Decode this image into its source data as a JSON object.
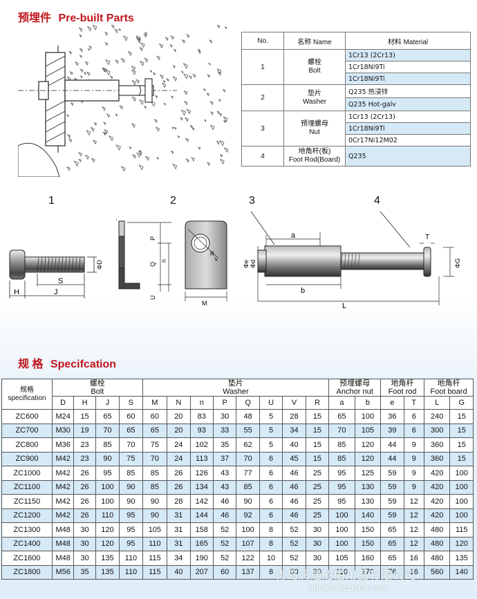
{
  "headings": {
    "prebuilt_cn": "预埋件",
    "prebuilt_en": "Pre-built Parts",
    "spec_cn": "规 格",
    "spec_en": "Specifcation"
  },
  "materials": {
    "headers": [
      "No.",
      "名称 Name",
      "材料 Material"
    ],
    "items": [
      {
        "no": "1",
        "name_cn": "螺栓",
        "name_en": "Bolt",
        "materials": [
          "1Cr13 (2Cr13)",
          "1Cr18Ni9Ti",
          "1Cr18Ni9Ti"
        ]
      },
      {
        "no": "2",
        "name_cn": "垫片",
        "name_en": "Washer",
        "materials": [
          "Q235 热浸锌",
          "Q235 Hot-galv"
        ]
      },
      {
        "no": "3",
        "name_cn": "预埋螺母",
        "name_en": "Nut",
        "materials": [
          "1Cr13 (2Cr13)",
          "1Cr18Ni9Ti",
          "0Cr17Ni12M02"
        ]
      },
      {
        "no": "4",
        "name_cn": "地角杆(板)",
        "name_en": "Foot Rod(Board)",
        "materials": [
          "Q235"
        ]
      }
    ]
  },
  "figures": {
    "numbers": [
      "1",
      "2",
      "3",
      "4"
    ],
    "bolt_dims": {
      "H": "H",
      "J": "J",
      "S": "S",
      "D": "ΦD"
    },
    "washer_dims": {
      "P": "P",
      "Q": "Q",
      "N": "n",
      "U": "U",
      "R": "R",
      "V": "V",
      "M": "M",
      "N2": "N"
    },
    "nut_dims": {
      "a": "a",
      "b": "b",
      "L": "L",
      "T": "T",
      "e": "Φe",
      "d": "Φd",
      "G": "ΦG"
    }
  },
  "spec": {
    "row_header_cn": "规格",
    "row_header_en": "specification",
    "groups": [
      {
        "cn": "螺栓",
        "en": "Bolt"
      },
      {
        "cn": "垫片",
        "en": "Washer"
      },
      {
        "cn": "预埋螺母",
        "en": "Anchor nut"
      },
      {
        "cn": "地角杆",
        "en": "Foot rod"
      },
      {
        "cn": "地角杆",
        "en": "Foot board"
      }
    ],
    "columns": [
      "D",
      "H",
      "J",
      "S",
      "M",
      "N",
      "n",
      "P",
      "Q",
      "U",
      "V",
      "R",
      "a",
      "b",
      "e",
      "T",
      "L",
      "G"
    ],
    "rows": [
      [
        "ZC600",
        "M24",
        "15",
        "65",
        "60",
        "60",
        "20",
        "83",
        "30",
        "48",
        "5",
        "28",
        "15",
        "65",
        "100",
        "36",
        "6",
        "240",
        "15"
      ],
      [
        "ZC700",
        "M30",
        "19",
        "70",
        "65",
        "65",
        "20",
        "93",
        "33",
        "55",
        "5",
        "34",
        "15",
        "70",
        "105",
        "39",
        "6",
        "300",
        "15"
      ],
      [
        "ZC800",
        "M36",
        "23",
        "85",
        "70",
        "75",
        "24",
        "102",
        "35",
        "62",
        "5",
        "40",
        "15",
        "85",
        "120",
        "44",
        "9",
        "360",
        "15"
      ],
      [
        "ZC900",
        "M42",
        "23",
        "90",
        "75",
        "70",
        "24",
        "113",
        "37",
        "70",
        "6",
        "45",
        "15",
        "85",
        "120",
        "44",
        "9",
        "360",
        "15"
      ],
      [
        "ZC1000",
        "M42",
        "26",
        "95",
        "85",
        "85",
        "26",
        "126",
        "43",
        "77",
        "6",
        "46",
        "25",
        "95",
        "125",
        "59",
        "9",
        "420",
        "100"
      ],
      [
        "ZC1100",
        "M42",
        "26",
        "100",
        "90",
        "85",
        "26",
        "134",
        "43",
        "85",
        "6",
        "46",
        "25",
        "95",
        "130",
        "59",
        "9",
        "420",
        "100"
      ],
      [
        "ZC1150",
        "M42",
        "26",
        "100",
        "90",
        "90",
        "28",
        "142",
        "46",
        "90",
        "6",
        "46",
        "25",
        "95",
        "130",
        "59",
        "12",
        "420",
        "100"
      ],
      [
        "ZC1200",
        "M42",
        "26",
        "110",
        "95",
        "90",
        "31",
        "144",
        "46",
        "92",
        "6",
        "46",
        "25",
        "100",
        "140",
        "59",
        "12",
        "420",
        "100"
      ],
      [
        "ZC1300",
        "M48",
        "30",
        "120",
        "95",
        "105",
        "31",
        "158",
        "52",
        "100",
        "8",
        "52",
        "30",
        "100",
        "150",
        "65",
        "12",
        "480",
        "115"
      ],
      [
        "ZC1400",
        "M48",
        "30",
        "120",
        "95",
        "110",
        "31",
        "165",
        "52",
        "107",
        "8",
        "52",
        "30",
        "100",
        "150",
        "65",
        "12",
        "480",
        "120"
      ],
      [
        "ZC1600",
        "M48",
        "30",
        "135",
        "110",
        "115",
        "34",
        "190",
        "52",
        "122",
        "10",
        "52",
        "30",
        "105",
        "160",
        "65",
        "16",
        "480",
        "135"
      ],
      [
        "ZC1800",
        "M56",
        "35",
        "135",
        "110",
        "115",
        "40",
        "207",
        "60",
        "137",
        "8",
        "60",
        "30",
        "110",
        "170",
        "76",
        "16",
        "560",
        "140"
      ]
    ]
  },
  "watermark": {
    "line1": "青岛润通船舶用品有限公司",
    "line2": "qdrdcb.b2b168.com"
  }
}
